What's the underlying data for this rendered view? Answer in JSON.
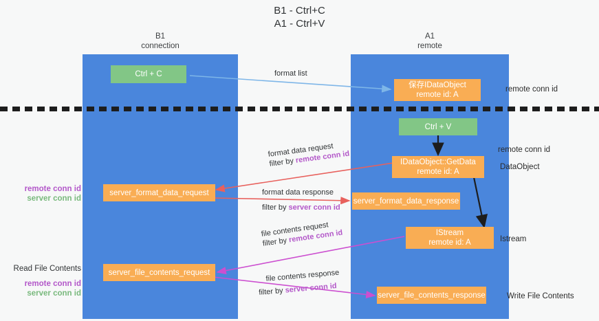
{
  "title": {
    "line1": "B1 - Ctrl+C",
    "line2": "A1 - Ctrl+V"
  },
  "columns": [
    {
      "name": "B1",
      "role": "connection"
    },
    {
      "name": "A1",
      "role": "remote"
    }
  ],
  "colors": {
    "lane": "#4a86dc",
    "box_green": "#82c686",
    "box_orange": "#f9ad54",
    "remote_conn_id": "#b358c9",
    "server_conn_id": "#79b97d",
    "arrow_blue": "#7eb6e8",
    "arrow_red": "#e8615d",
    "arrow_magenta": "#cc4fd0",
    "arrow_black": "#1d1d1d",
    "background": "#f7f8f8"
  },
  "boxes": {
    "ctrl_c": {
      "line1": "Ctrl + C",
      "line2": ""
    },
    "save_dataobject": {
      "line1": "保存IDataObject",
      "line2": "remote id: A"
    },
    "ctrl_v": {
      "line1": "Ctrl + V",
      "line2": ""
    },
    "getdata": {
      "line1": "IDataObject::GetData",
      "line2": "remote id: A"
    },
    "server_format_data_request": {
      "line1": "server_format_data_request",
      "line2": ""
    },
    "server_format_data_response": {
      "line1": "server_format_data_response",
      "line2": ""
    },
    "istream": {
      "line1": "IStream",
      "line2": "remote id: A"
    },
    "server_file_contents_request": {
      "line1": "server_file_contents_request",
      "line2": ""
    },
    "server_file_contents_response": {
      "line1": "server_file_contents_response",
      "line2": ""
    }
  },
  "arrow_labels": {
    "format_list": {
      "line1": "format list",
      "line2_prefix": "",
      "line2_key": ""
    },
    "format_data_request": {
      "line1": "format data request",
      "line2_prefix": "filter by ",
      "line2_key": "remote conn id"
    },
    "format_data_response": {
      "line1": "format data response",
      "line2_prefix": "filter by ",
      "line2_key": "server conn id"
    },
    "file_contents_request": {
      "line1": "file contents request",
      "line2_prefix": "filter by ",
      "line2_key": "remote conn id"
    },
    "file_contents_response": {
      "line1": "file contents response",
      "line2_prefix": "filter by ",
      "line2_key": "server conn id"
    }
  },
  "left_notes": {
    "format_pair": {
      "remote": "remote conn id",
      "server": "server conn id"
    },
    "read_file": {
      "heading": "Read File Contents",
      "remote": "remote conn id",
      "server": "server conn id"
    }
  },
  "right_notes": {
    "top_remote": "remote conn id",
    "mid_remote": "remote conn id",
    "dataobject": "DataObject",
    "istream": "Istream",
    "write_file": "Write File Contents"
  }
}
